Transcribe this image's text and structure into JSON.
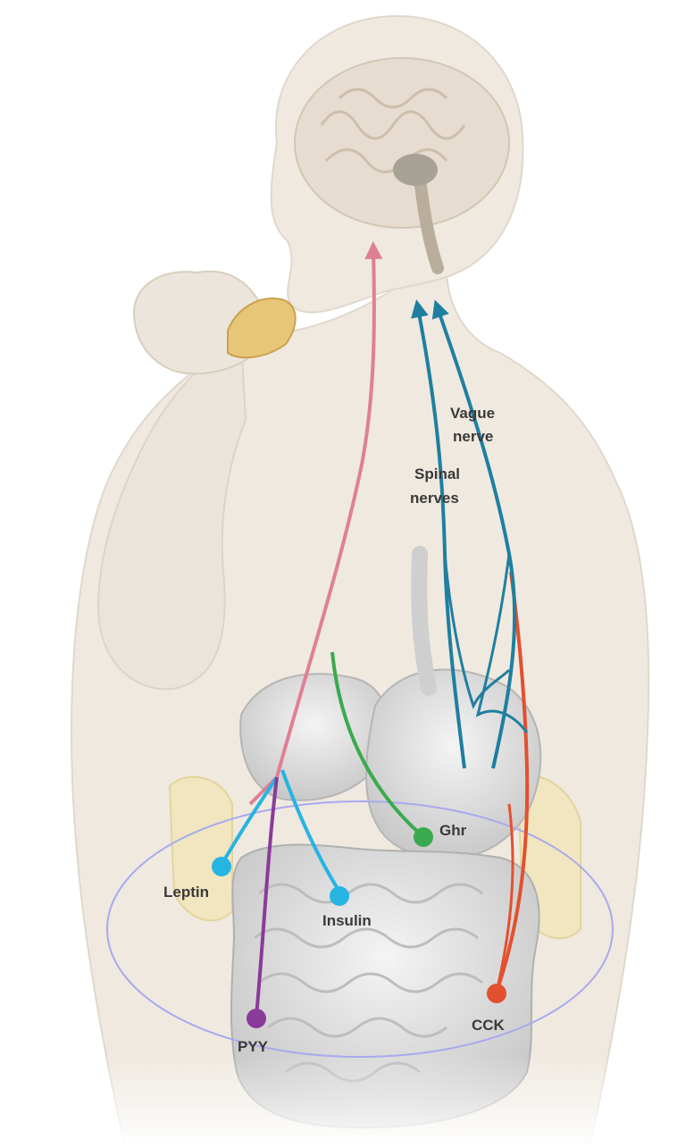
{
  "labels": {
    "vague_nerve_line1": "Vague",
    "vague_nerve_line2": "nerve",
    "spinal_nerves_line1": "Spinal",
    "spinal_nerves_line2": "nerves",
    "ghr": "Ghr",
    "leptin": "Leptin",
    "insulin": "Insulin",
    "pyy": "PYY",
    "cck": "CCK"
  },
  "colors": {
    "pink_pathway": "#e07f95",
    "teal_nerves": "#1f7fa0",
    "green_ghrelin": "#3aaa4e",
    "light_blue_leptin_insulin": "#26b4e3",
    "purple_pyy": "#8a3b9a",
    "red_cck": "#e3502f",
    "highlight_ellipse": "#a9a9ee",
    "body_skin": "#f0ebe3"
  }
}
